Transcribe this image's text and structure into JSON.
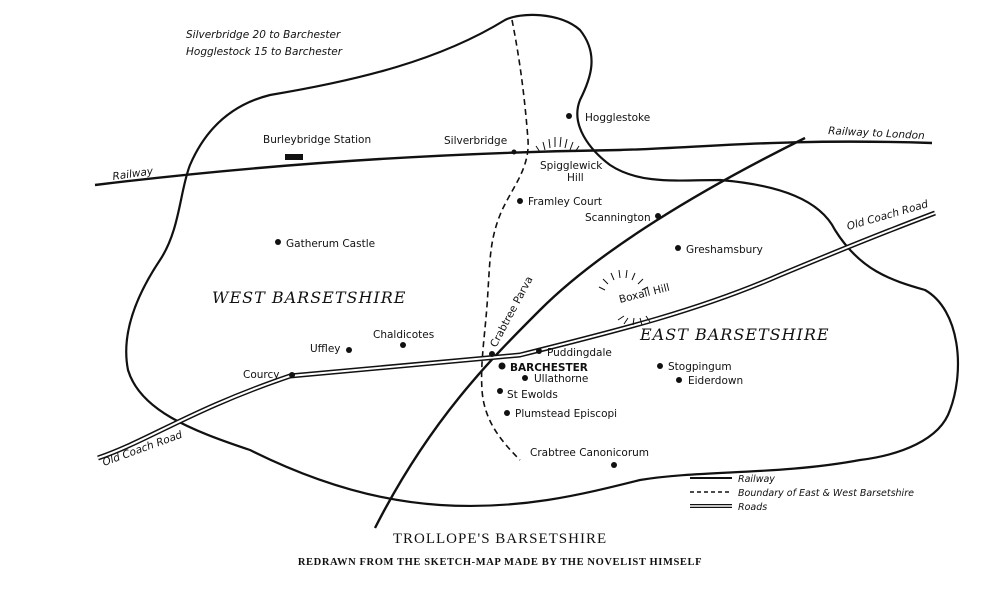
{
  "distances": [
    "Silverbridge  20 to Barchester",
    "Hogglestock  15 to Barchester"
  ],
  "regions": {
    "west": "WEST BARSETSHIRE",
    "east": "EAST BARSETSHIRE"
  },
  "places": {
    "hogglestoke": "Hogglestoke",
    "silverbridge": "Silverbridge",
    "burleybridge": "Burleybridge Station",
    "spigglewick_1": "Spigglewick",
    "spigglewick_2": "Hill",
    "framley": "Framley Court",
    "scannington": "Scannington",
    "gatherum": "Gatherum Castle",
    "greshamsbury": "Greshamsbury",
    "boxall": "Boxall Hill",
    "crabtree_parva": "Crabtree Parva",
    "chaldicotes": "Chaldicotes",
    "uffley": "Uffley",
    "puddingdale": "Puddingdale",
    "barchester": "BARCHESTER",
    "ullathorne": "Ullathorne",
    "stogpingum": "Stogpingum",
    "eiderdown": "Eiderdown",
    "courcy": "Courcy",
    "st_ewolds": "St Ewolds",
    "plumstead": "Plumstead Episcopi",
    "crabtree_canonicorum": "Crabtree Canonicorum"
  },
  "routes": {
    "railway_west": "Railway",
    "railway_london": "Railway to London",
    "coach_east": "Old Coach Road",
    "coach_west": "Old Coach Road"
  },
  "legend": {
    "railway": "Railway",
    "boundary": "Boundary of East & West Barsetshire",
    "roads": "Roads"
  },
  "title": "TROLLOPE'S BARSETSHIRE",
  "subtitle": "REDRAWN FROM THE SKETCH-MAP MADE BY THE NOVELIST HIMSELF"
}
